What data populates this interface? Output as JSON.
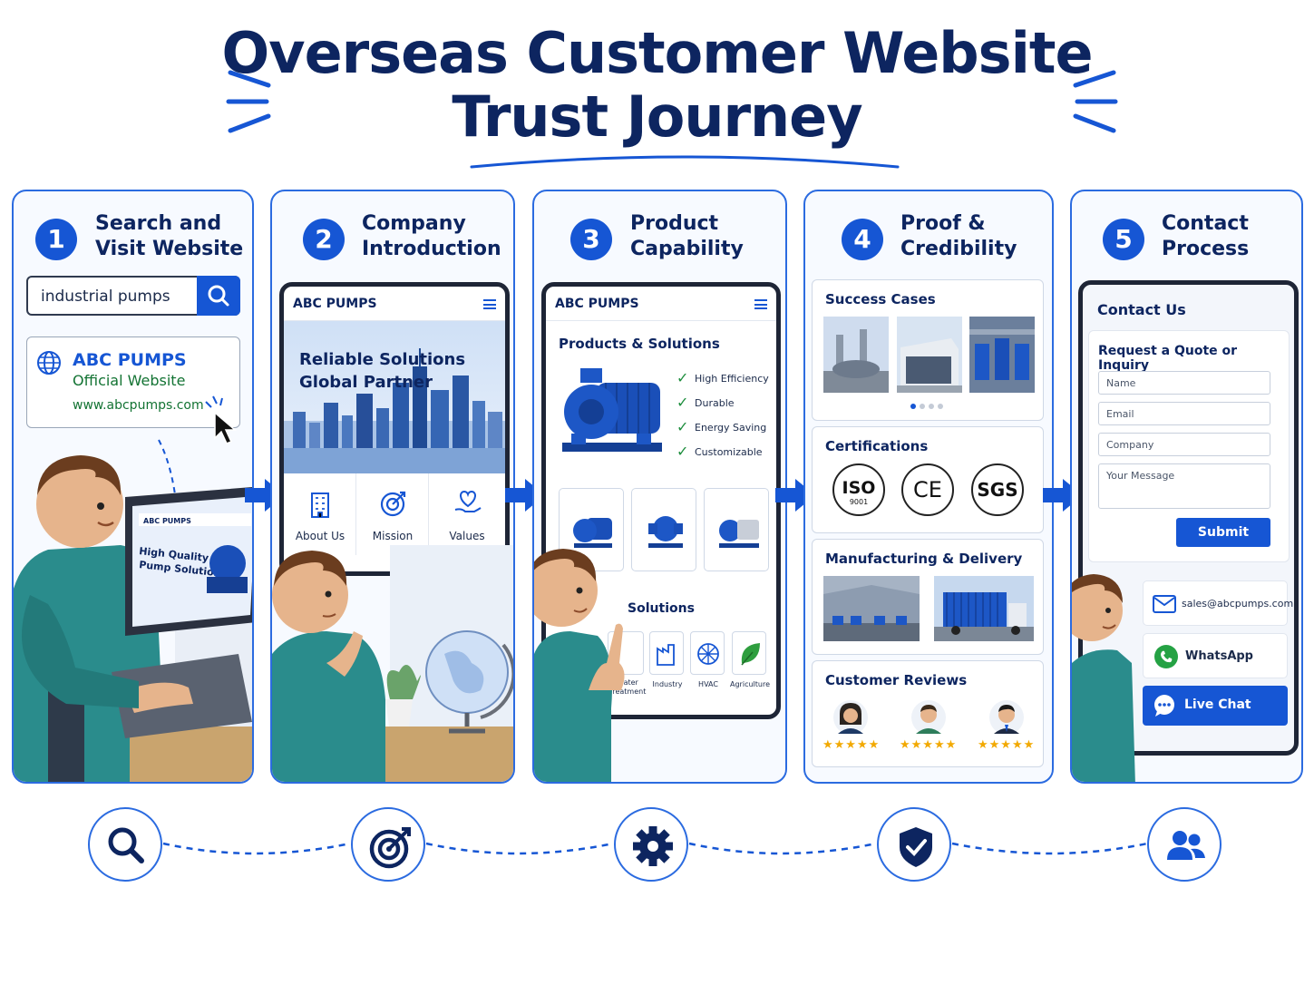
{
  "title": {
    "line1": "Overseas Customer Website",
    "line2": "Trust Journey"
  },
  "steps": [
    {
      "number": "1",
      "title": "Search and\nVisit Website"
    },
    {
      "number": "2",
      "title": "Company\nIntroduction"
    },
    {
      "number": "3",
      "title": "Product\nCapability"
    },
    {
      "number": "4",
      "title": "Proof &\nCredibility"
    },
    {
      "number": "5",
      "title": "Contact\nProcess"
    }
  ],
  "step1": {
    "search_query": "industrial pumps",
    "result_name": "ABC PUMPS",
    "result_sub": "Official Website",
    "result_url": "www.abcpumps.com",
    "laptop_brand": "ABC PUMPS",
    "laptop_headline": "High Quality\nPump Solutions"
  },
  "step2": {
    "brand": "ABC PUMPS",
    "hero_text": "Reliable Solutions\nGlobal Partner",
    "nav": [
      "About Us",
      "Mission",
      "Values"
    ]
  },
  "step3": {
    "brand": "ABC PUMPS",
    "section_title": "Products & Solutions",
    "features": [
      "High Efficiency",
      "Durable",
      "Energy Saving",
      "Customizable"
    ],
    "solutions_title": "Solutions",
    "solutions": [
      "Water\nTreatment",
      "Industry",
      "HVAC",
      "Agriculture"
    ]
  },
  "step4": {
    "success_title": "Success Cases",
    "cert_title": "Certifications",
    "certs": [
      "ISO",
      "CE",
      "SGS"
    ],
    "iso_ring_text": "9001",
    "manufacturing_title": "Manufacturing & Delivery",
    "reviews_title": "Customer Reviews",
    "stars": "★★★★★"
  },
  "step5": {
    "header": "Contact Us",
    "form_title": "Request a Quote or Inquiry",
    "fields": [
      "Name",
      "Email",
      "Company",
      "Your Message"
    ],
    "submit": "Submit",
    "email": "sales@abcpumps.com",
    "whatsapp": "WhatsApp",
    "live_chat": "Live Chat"
  },
  "bottom_icons": [
    "search-icon",
    "target-icon",
    "gear-icon",
    "shield-check-icon",
    "users-icon"
  ],
  "colors": {
    "primary": "#1656d4",
    "navy": "#0d2560",
    "border": "#2b6be0",
    "star": "#f2a900",
    "green_check": "#1e8e3e",
    "url_green": "#137333"
  }
}
